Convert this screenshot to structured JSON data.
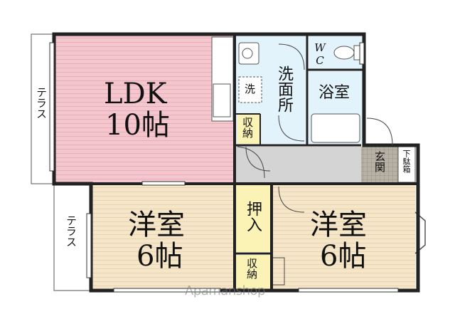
{
  "rooms": {
    "ldk_name": "LDK",
    "ldk_size": "10帖",
    "west_room_name": "洋室",
    "west_room_size": "6帖",
    "east_room_name": "洋室",
    "east_room_size": "6帖",
    "washroom": "洗面所",
    "washer": "洗",
    "toilet": "WC",
    "bath": "浴室",
    "storage_upper": "収納",
    "closet": "押入",
    "storage_lower": "収納",
    "entrance": "玄関",
    "shoe_box": "下駄箱",
    "terrace_upper": "テラス",
    "terrace_lower": "テラス"
  },
  "watermark": "Apamanshop",
  "colors": {
    "ldk_fill": "#f4c7cf",
    "room_fill": "#f6e6c9",
    "wet_fill": "#e3f3fb",
    "hall_fill": "#d4d4d4",
    "storage_fill": "#fbf3b5",
    "entrance_fill": "#b7b1a6",
    "wall": "#222222"
  }
}
